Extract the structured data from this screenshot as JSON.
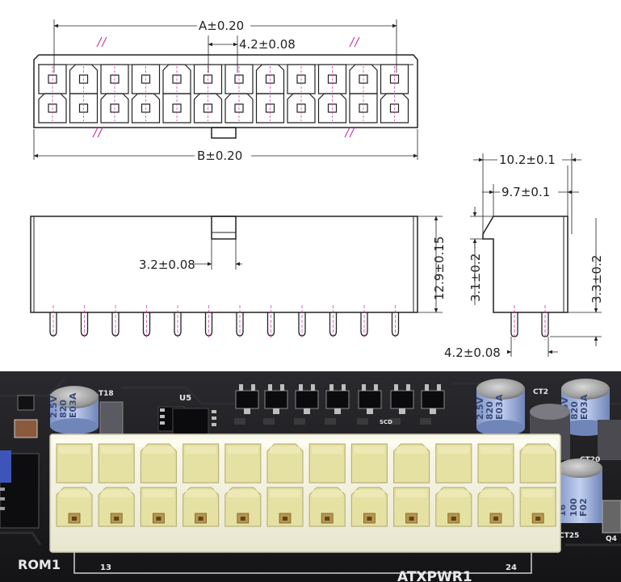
{
  "dimensions": {
    "top_width_a": "A±0.20",
    "top_pitch": "4.2±0.08",
    "top_width_b": "B±0.20",
    "side_width_outer": "10.2±0.1",
    "side_width_inner": "9.7±0.1",
    "front_latch_offset": "3.2±0.08",
    "front_height": "12.9±0.15",
    "side_step_height": "3.1±0.2",
    "side_pin_length": "3.3±0.2",
    "side_pin_pitch": "4.2±0.08"
  },
  "board_labels": {
    "rom": "ROM1",
    "connector": "ATXPWR1",
    "pin_start": "13",
    "pin_end": "24",
    "chip": "U5",
    "cap_left": "T18",
    "cap_right_top": "CT2",
    "cap_right_mid": "CT20",
    "cap_right_bottom": "CT25",
    "edge_right": "Q4",
    "smd_label": "SCD"
  },
  "capacitor_markings": {
    "left": [
      "2.5V",
      "820",
      "E03A"
    ],
    "center_right": [
      "2.5V",
      "820",
      "E03A"
    ],
    "right": [
      "2.5V",
      "820",
      "E03A"
    ],
    "bottom_right": [
      "16",
      "100",
      "F02"
    ]
  },
  "colors": {
    "line": "#222222",
    "pink": "#cc3399",
    "pcb": "#1b1b1e",
    "connector_body": "#f3f1de",
    "cavity": "#e7e4a6",
    "terminal": "#c9a85a"
  }
}
